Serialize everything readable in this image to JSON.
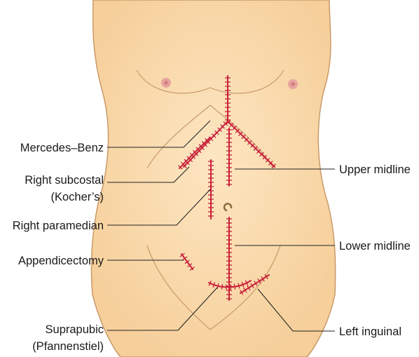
{
  "labels": {
    "mercedes_benz": "Mercedes–Benz",
    "right_subcostal_line1": "Right subcostal",
    "right_subcostal_line2": "(Kocher’s)",
    "right_paramedian": "Right paramedian",
    "appendicectomy": "Appendicectomy",
    "suprapubic_line1": "Suprapubic",
    "suprapubic_line2": "(Pfannenstiel)",
    "upper_midline": "Upper midline",
    "lower_midline": "Lower midline",
    "left_inguinal": "Left inguinal"
  },
  "colors": {
    "skin": "#fbdcae",
    "skin_outline": "#c99a6a",
    "nipple": "#e8a4a0",
    "incision": "#c8203a",
    "text": "#1a1a1a"
  }
}
